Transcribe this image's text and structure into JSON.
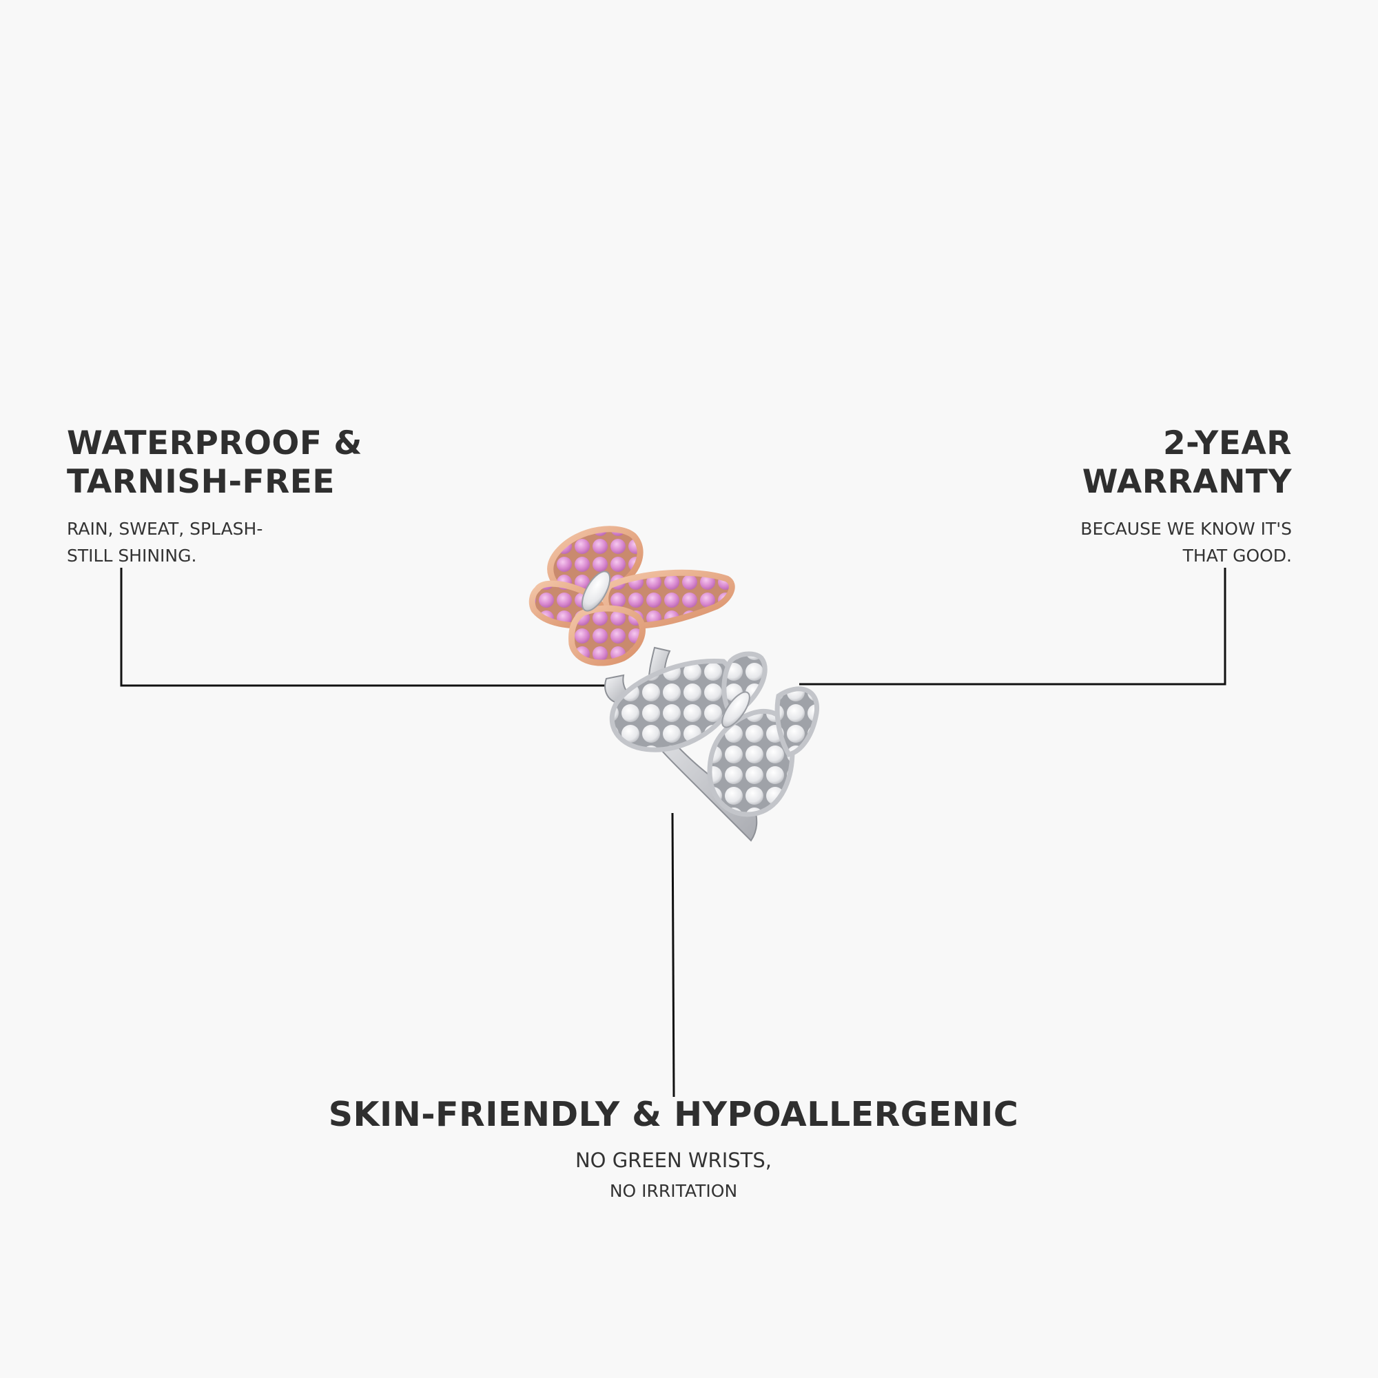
{
  "features": {
    "left": {
      "title_lines": [
        "WATERPROOF &",
        "TARNISH-FREE"
      ],
      "subtitle_lines": [
        "RAIN, SWEAT, SPLASH-",
        "STILL SHINING."
      ]
    },
    "right": {
      "title_lines": [
        "2-YEAR",
        "WARRANTY"
      ],
      "subtitle_lines": [
        "BECAUSE WE KNOW IT'S",
        "THAT GOOD."
      ]
    },
    "bottom": {
      "title": "SKIN-FRIENDLY & HYPOALLERGENIC",
      "subtitle_lines": [
        "NO GREEN WRISTS,",
        "NO IRRITATION"
      ]
    }
  },
  "product": {
    "image": "butterfly-ring",
    "colors": {
      "rose_gold": "#e8a785",
      "pink_stone": "#d98ad0",
      "white_gold": "#d9dadd",
      "diamond": "#f2f3f5"
    }
  },
  "colors": {
    "background": "#f8f8f8",
    "text": "#2e2e2e",
    "connector_line": "#111111"
  }
}
